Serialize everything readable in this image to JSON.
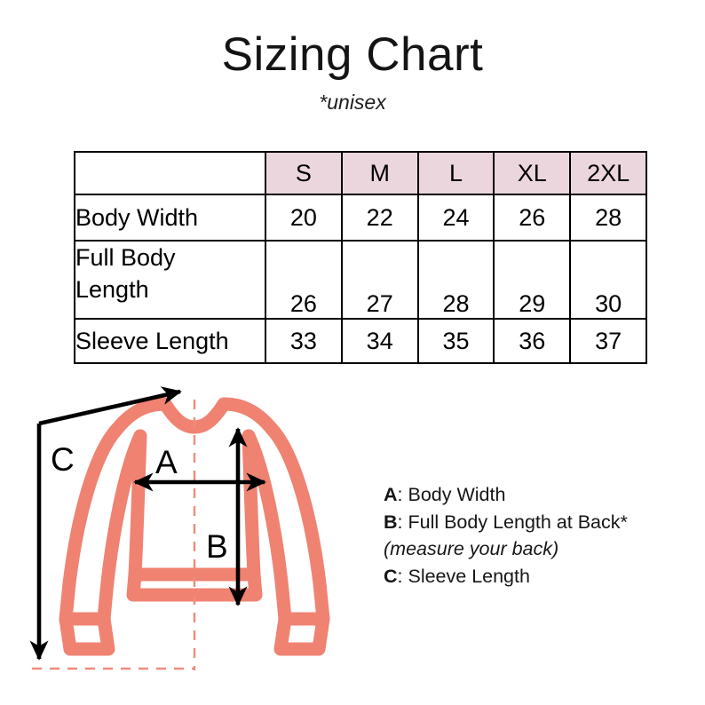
{
  "title": "Sizing Chart",
  "subtitle": "*unisex",
  "colors": {
    "header_pink": "#ebd6de",
    "garment_coral": "#f08272",
    "dashed_coral": "#ef8b7c",
    "ink": "#000000"
  },
  "table": {
    "corner_label": "",
    "size_headers": [
      "S",
      "M",
      "L",
      "XL",
      "2XL"
    ],
    "rows": [
      {
        "label": "Body Width",
        "values": [
          "20",
          "22",
          "24",
          "26",
          "28"
        ]
      },
      {
        "label": "Full Body\nLength",
        "label_line1": "Full Body",
        "label_line2": "Length",
        "values": [
          "26",
          "27",
          "28",
          "29",
          "30"
        ]
      },
      {
        "label": "Sleeve Length",
        "values": [
          "33",
          "34",
          "35",
          "36",
          "37"
        ]
      }
    ]
  },
  "illustration": {
    "garment": "sweater-back-view",
    "markers": {
      "a": "A",
      "b": "B",
      "c": "C"
    }
  },
  "legend": {
    "line_a": "A: Body Width",
    "line_a_key": "A",
    "line_a_text": ": Body Width",
    "line_b_key": "B",
    "line_b_text": ": Full Body Length at Back*",
    "line_note": "(measure your back)",
    "line_c_key": "C",
    "line_c_text": ": Sleeve Length"
  }
}
